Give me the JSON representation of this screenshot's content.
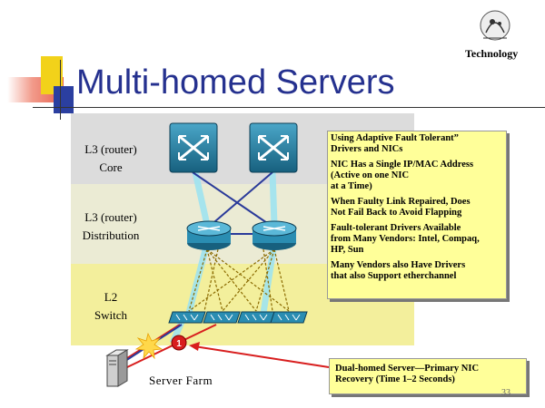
{
  "slide": {
    "title": "Multi-homed Servers",
    "logo_label": "Technology",
    "page_number": "33"
  },
  "layers": {
    "core": [
      "L3 (router)",
      "Core"
    ],
    "distribution": [
      "L3 (router)",
      "Distribution"
    ],
    "switch": [
      "L2",
      "Switch"
    ]
  },
  "callout_bullets": [
    [
      "Using Adaptive Fault Tolerant”",
      "Drivers and NICs"
    ],
    [
      "NIC Has a Single IP/MAC Address",
      "(Active on one NIC",
      "at a Time)"
    ],
    [
      "When Faulty Link Repaired, Does",
      "Not Fail Back to Avoid Flapping"
    ],
    [
      "Fault-tolerant Drivers Available",
      "from Many Vendors: Intel, Compaq,",
      "HP, Sun"
    ],
    [
      "Many Vendors also Have Drivers",
      "that also Support etherchannel"
    ]
  ],
  "server_callout": [
    "Dual-homed Server—Primary NIC",
    "Recovery (Time 1–2 Seconds)"
  ],
  "server_label": "Server Farm",
  "marker_label": "1",
  "colors": {
    "title": "#25318f",
    "router": "#1f7a9c",
    "callout_bg": "#ffff99",
    "core_band": "#dcdcdc",
    "dist_band": "#ebebd4",
    "switch_band": "#f3ef9c",
    "marker": "#d81e1e"
  }
}
